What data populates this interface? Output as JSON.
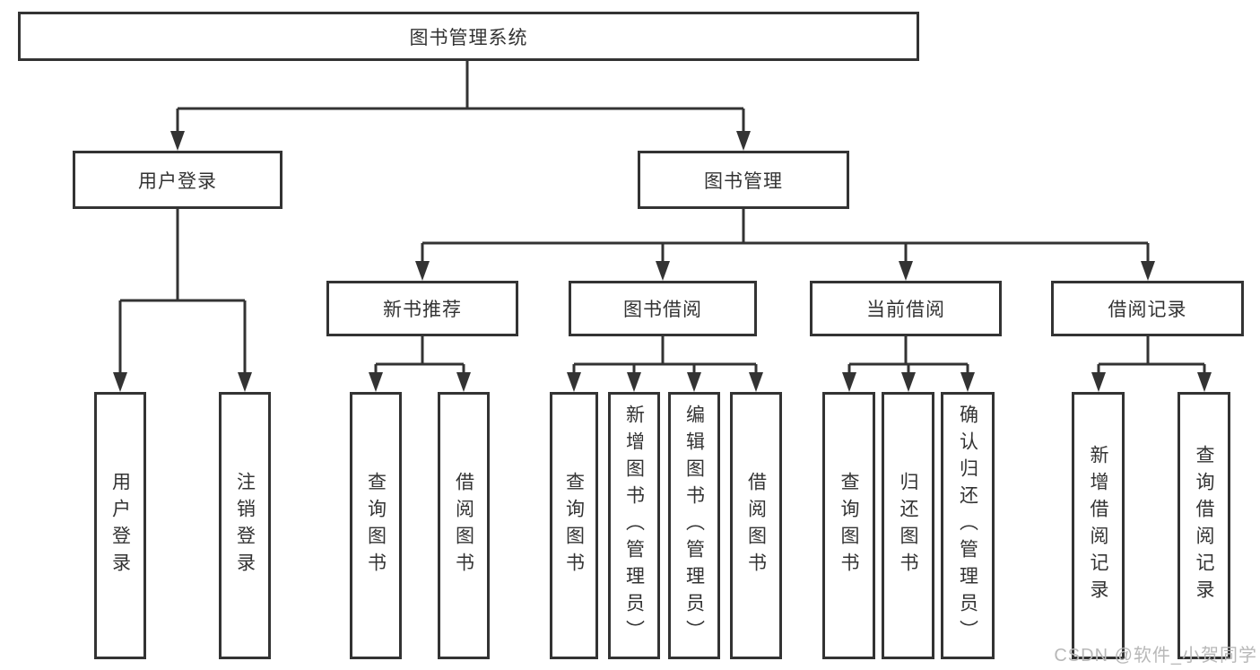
{
  "diagram": {
    "type": "hierarchy-tree",
    "colors": {
      "line": "#333333",
      "box_border": "#333333",
      "text": "#333333",
      "background": "#ffffff",
      "watermark": "#b8b8b8"
    },
    "nodes": {
      "root": {
        "label": "图书管理系统"
      },
      "level2": [
        {
          "id": "user-login",
          "label": "用户登录",
          "parent": "图书管理系统"
        },
        {
          "id": "book-management",
          "label": "图书管理",
          "parent": "图书管理系统"
        }
      ],
      "level3": [
        {
          "id": "new-book-recommend",
          "label": "新书推荐",
          "parent": "图书管理"
        },
        {
          "id": "book-borrow",
          "label": "图书借阅",
          "parent": "图书管理"
        },
        {
          "id": "current-borrow",
          "label": "当前借阅",
          "parent": "图书管理"
        },
        {
          "id": "borrow-records",
          "label": "借阅记录",
          "parent": "图书管理"
        }
      ],
      "leaves": [
        {
          "id": "leaf-user-login",
          "label": "用户登录",
          "parent": "用户登录"
        },
        {
          "id": "leaf-logout",
          "label": "注销登录",
          "parent": "用户登录"
        },
        {
          "id": "leaf-query-books-recommend",
          "label": "查询图书",
          "parent": "新书推荐"
        },
        {
          "id": "leaf-borrow-books-recommend",
          "label": "借阅图书",
          "parent": "新书推荐"
        },
        {
          "id": "leaf-query-books-borrow",
          "label": "查询图书",
          "parent": "图书借阅"
        },
        {
          "id": "leaf-add-books-admin",
          "label": "新增图书（管理员）",
          "parent": "图书借阅"
        },
        {
          "id": "leaf-edit-books-admin",
          "label": "编辑图书（管理员）",
          "parent": "图书借阅"
        },
        {
          "id": "leaf-borrow-books-borrow",
          "label": "借阅图书",
          "parent": "图书借阅"
        },
        {
          "id": "leaf-query-books-current",
          "label": "查询图书",
          "parent": "当前借阅"
        },
        {
          "id": "leaf-return-books",
          "label": "归还图书",
          "parent": "当前借阅"
        },
        {
          "id": "leaf-confirm-return-admin",
          "label": "确认归还（管理员）",
          "parent": "当前借阅"
        },
        {
          "id": "leaf-add-borrow-record",
          "label": "新增借阅记录",
          "parent": "借阅记录"
        },
        {
          "id": "leaf-query-borrow-record",
          "label": "查询借阅记录",
          "parent": "借阅记录"
        }
      ]
    },
    "watermark": {
      "text": "CSDN @软件_小贺同学"
    }
  }
}
